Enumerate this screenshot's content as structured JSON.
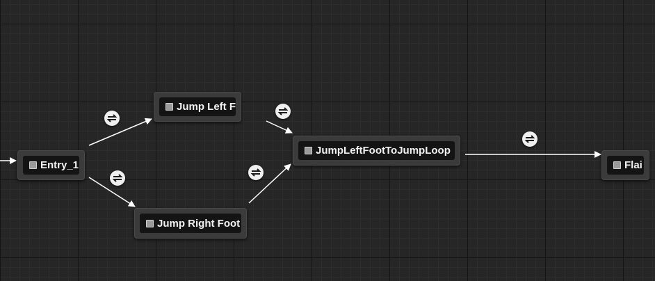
{
  "graph": {
    "nodes": {
      "entry": {
        "label": "Entry_1"
      },
      "jump_left": {
        "label": "Jump Left Foot"
      },
      "jump_right": {
        "label": "Jump Right Foot"
      },
      "jump_loop": {
        "label": "JumpLeftFootToJumpLoop"
      },
      "falling": {
        "label": "Flai"
      }
    },
    "transitions": [
      "transition-icon",
      "transition-icon",
      "transition-icon",
      "transition-icon",
      "transition-icon"
    ],
    "colors": {
      "background": "#262626",
      "node_frame": "#3b3b3b",
      "node_body": "#141414",
      "wire": "#ffffff",
      "transition": "#efefef"
    }
  }
}
